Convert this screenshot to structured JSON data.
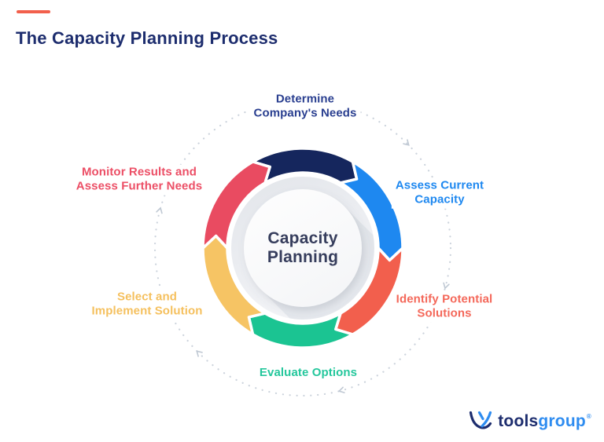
{
  "header": {
    "title": "The Capacity Planning Process"
  },
  "diagram": {
    "flow_direction": "clockwise",
    "center": {
      "label": "Capacity Planning",
      "lines": [
        "Capacity",
        "Planning"
      ]
    },
    "segments": [
      {
        "label": "Determine Company's Needs",
        "lines": [
          "Determine",
          "Company's Needs"
        ],
        "color": "#15265d",
        "label_color": "#2a3f90"
      },
      {
        "label": "Assess Current Capacity",
        "lines": [
          "Assess Current",
          "Capacity"
        ],
        "color": "#1e88f0",
        "label_color": "#1e88f0"
      },
      {
        "label": "Identify Potential Solutions",
        "lines": [
          "Identify Potential",
          "Solutions"
        ],
        "color": "#f25f4d",
        "label_color": "#f4685a"
      },
      {
        "label": "Evaluate Options",
        "lines": [
          "Evaluate Options"
        ],
        "color": "#1bc492",
        "label_color": "#24c79c"
      },
      {
        "label": "Select and Implement Solution",
        "lines": [
          "Select and",
          "Implement Solution"
        ],
        "color": "#f6c464",
        "label_color": "#f5c05e"
      },
      {
        "label": "Monitor Results and Assess Further Needs",
        "lines": [
          "Monitor Results and",
          "Assess Further Needs"
        ],
        "color": "#e94b61",
        "label_color": "#ec4f66"
      }
    ]
  },
  "footer": {
    "logo": {
      "brand_tools": "tools",
      "brand_group": "group",
      "registered": "®"
    }
  },
  "colors": {
    "accent_bar": "#f2604c",
    "title": "#1d2d6e",
    "center_text": "#363d5c",
    "dotted_ring": "#ccd3dc",
    "arrowhead_gray": "#bfc8d3",
    "logo_navy": "#1d2d6e",
    "logo_blue": "#2e8cf0",
    "background": "#ffffff"
  }
}
